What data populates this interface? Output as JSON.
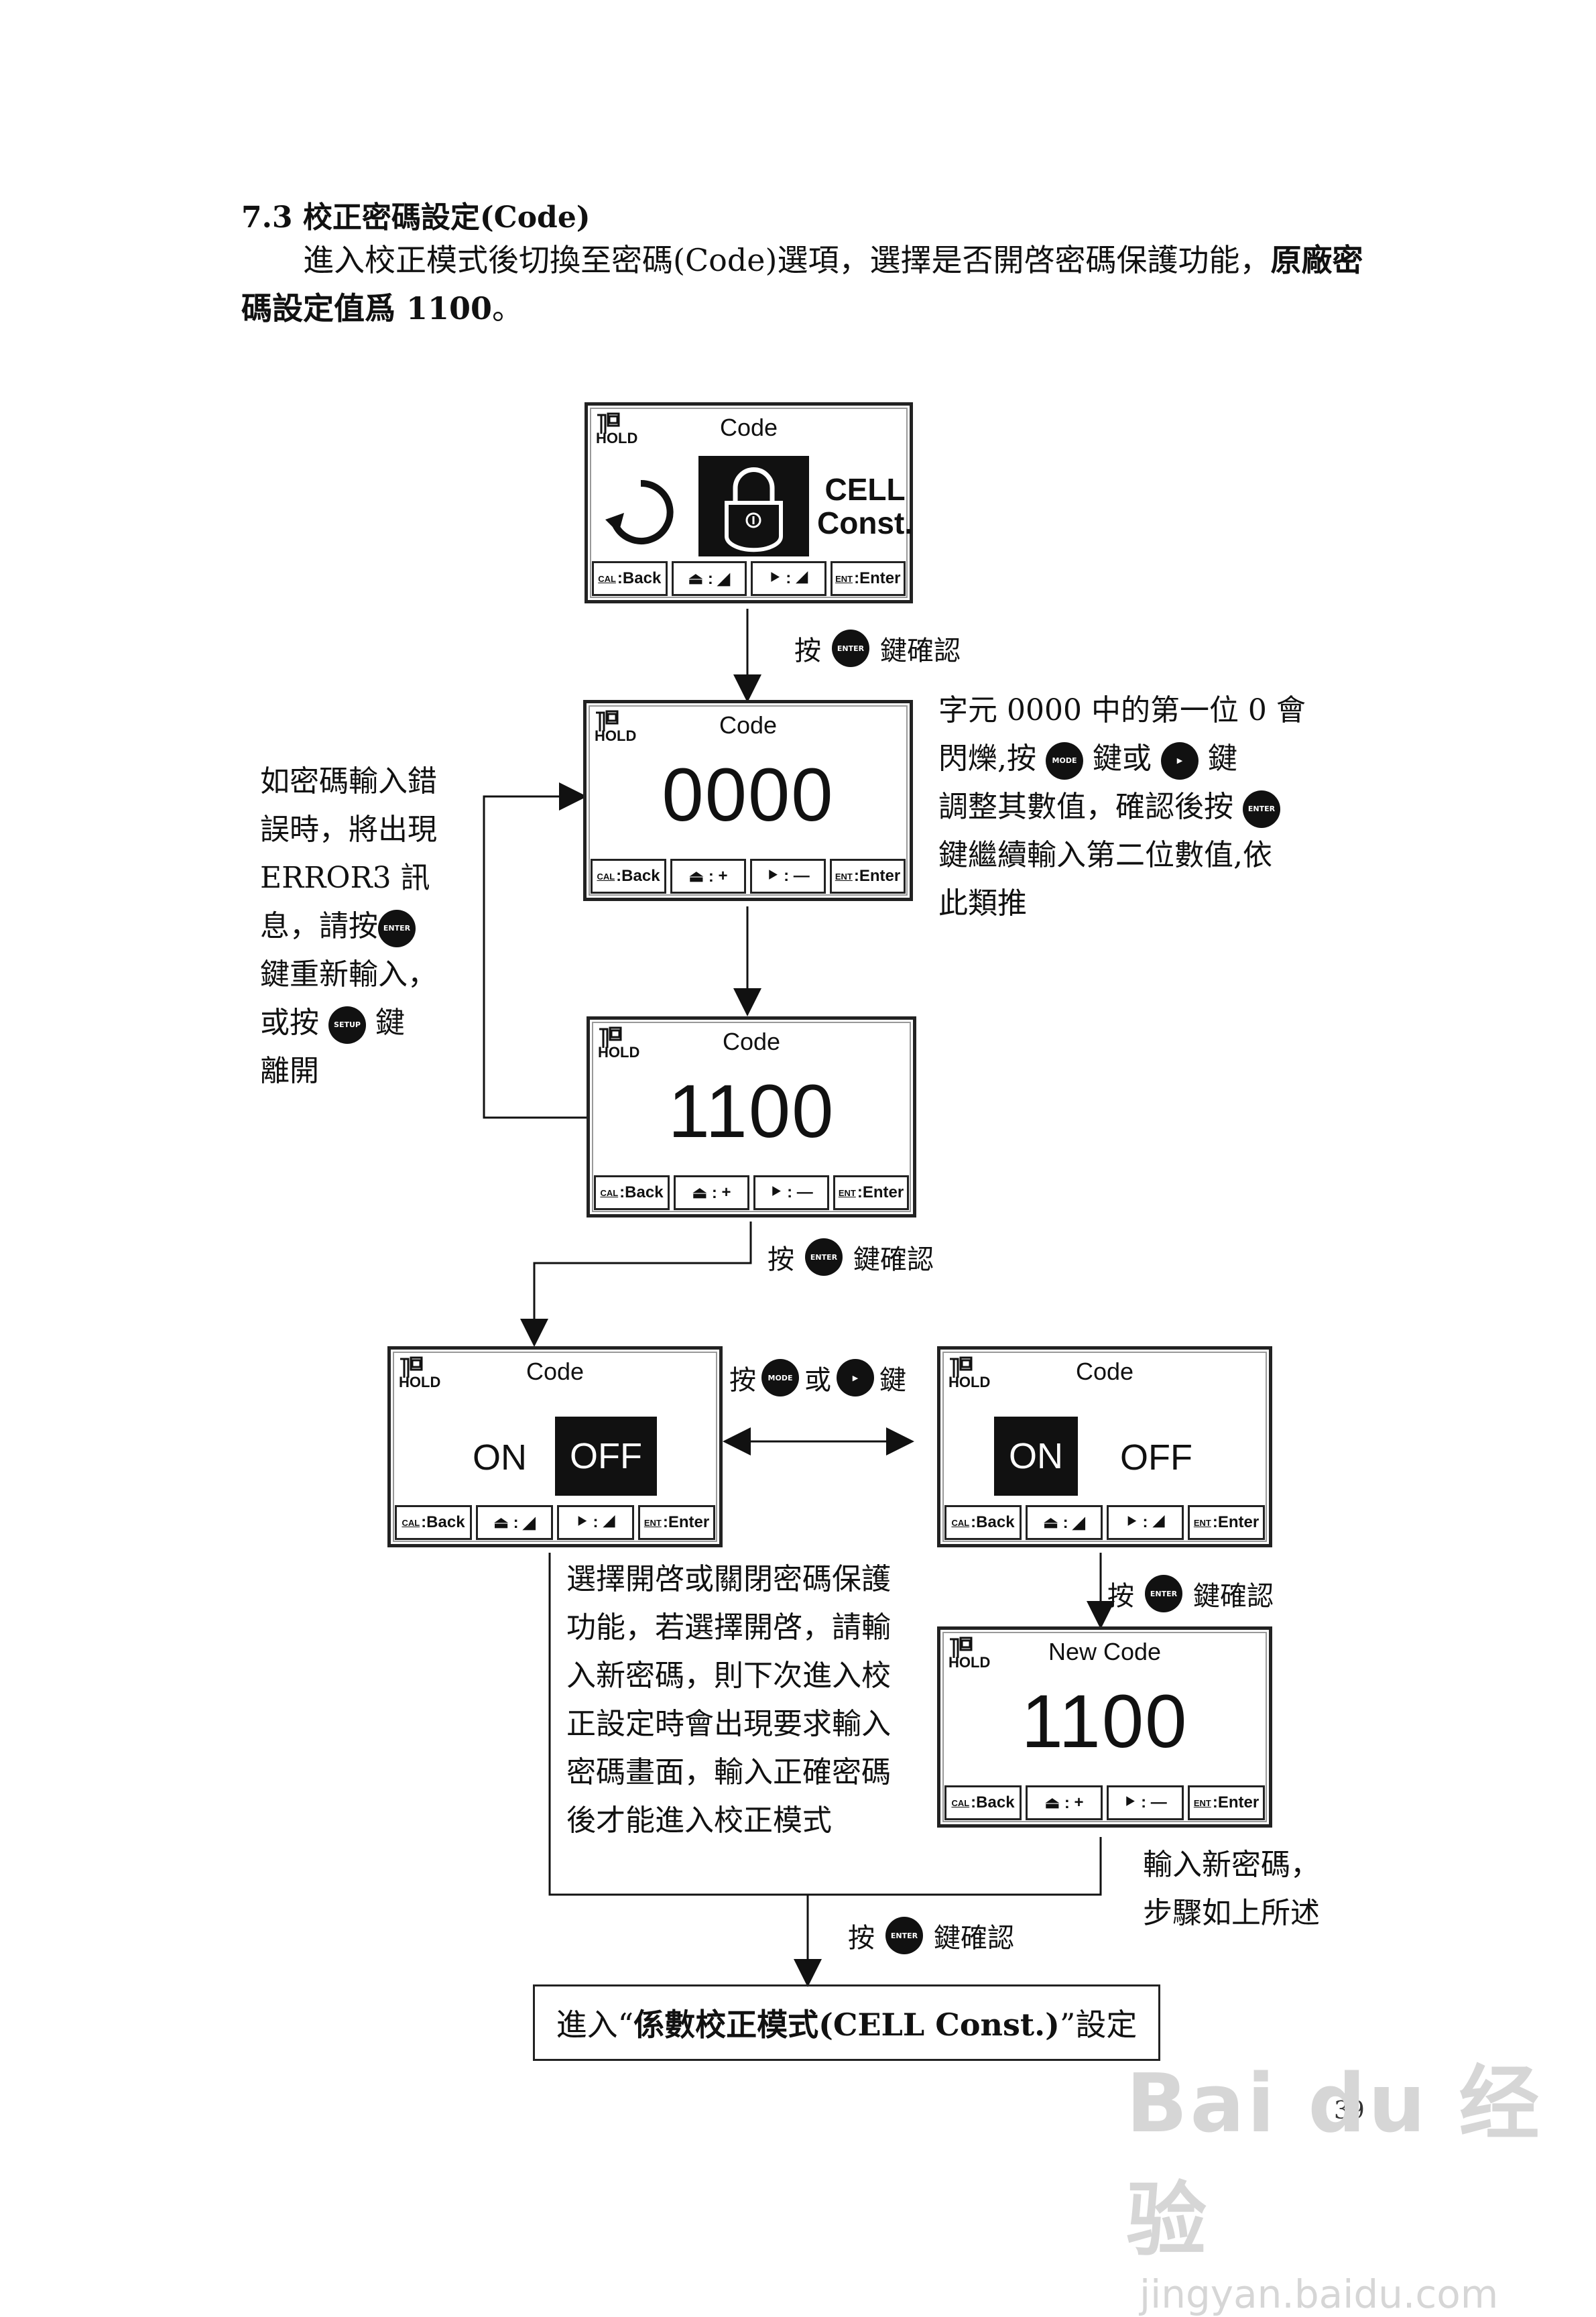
{
  "heading": "7.3 校正密碼設定(Code)",
  "intro": {
    "text": "進入校正模式後切換至密碼(Code)選項，選擇是否開啓密碼保護功能，",
    "bold": "原廠密碼設定值爲 1100",
    "end": "。"
  },
  "screen_common": {
    "hold": "HOLD",
    "title": "Code",
    "back": ":Back",
    "enter": ":Enter",
    "cal_key": "CAL",
    "ent_key": "ENT",
    "plus": "+",
    "minus": "—"
  },
  "screen1": {
    "line1": "CELL",
    "line2": "Const."
  },
  "screen2": {
    "value": "0000"
  },
  "screen3": {
    "value": "1100"
  },
  "screen4": {
    "on": "ON",
    "off": "OFF",
    "selected": "OFF"
  },
  "screen5": {
    "on": "ON",
    "off": "OFF",
    "selected": "ON"
  },
  "screen6": {
    "title": "New Code",
    "value": "1100"
  },
  "captions": {
    "press": "按",
    "confirm": "鍵確認",
    "or": "或",
    "key": "鍵"
  },
  "buttons": {
    "enter": "ENTER",
    "mode": "MODE",
    "setup": "SETUP"
  },
  "notes": {
    "digit_entry": [
      "字元 0000 中的第一位 0 會",
      "閃爍,按",
      "鍵或",
      "鍵",
      "調整其數值，確認後按",
      "鍵繼續輸入第二位數值,依",
      "此類推"
    ],
    "error": [
      "如密碼輸入錯",
      "誤時，將出現",
      "ERROR3 訊",
      "息，請按",
      "鍵重新輸入，",
      "或按",
      "鍵",
      "離開"
    ],
    "onoff": [
      "選擇開啓或關閉密碼保護",
      "功能，若選擇開啓，請輸",
      "入新密碼，則下次進入校",
      "正設定時會出現要求輸入",
      "密碼畫面，輸入正確密碼",
      "後才能進入校正模式"
    ],
    "new_code": [
      "輸入新密碼，",
      "步驟如上所述"
    ]
  },
  "final": {
    "pre": "進入“",
    "bold": "係數校正模式(CELL Const.)",
    "post": "”設定"
  },
  "page_number": "39",
  "watermark": {
    "main": "Bai du 经验",
    "sub": "jingyan.baidu.com"
  }
}
